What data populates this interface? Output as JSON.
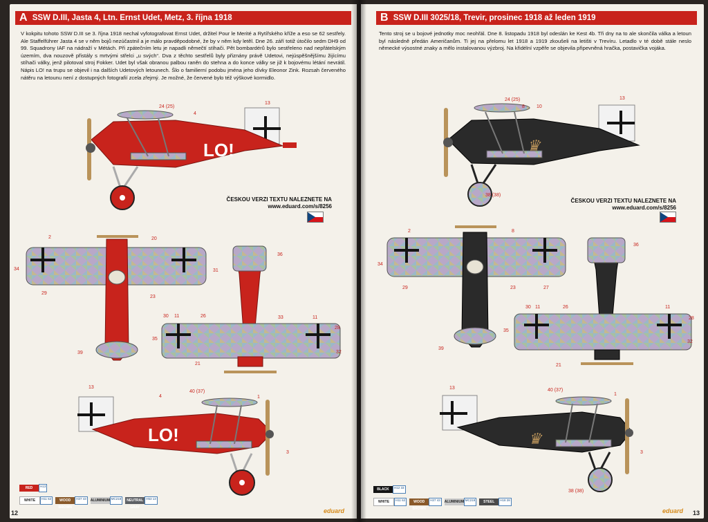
{
  "left_page": {
    "header_letter": "A",
    "header_title": "SSW D.III, Jasta 4, Ltn. Ernst Udet, Metz, 3. října 1918",
    "paragraph": "V kokpitu tohoto SSW D.III se 3. října 1918 nechal vyfotografovat Ernst Udet, držitel Pour le Merité a Rytířského kříže a eso se 62 sestřely. Ale Staffelführer Jasta 4 se v něm bojů nezúčastnil a je málo pravděpodobné, že by v něm kdy letěl. Dne 26. září totiž útočilo sedm DH9 od 99. Squadrony IAF na nádraží v Métách. Při zpátečním letu je napadli němečtí stíhači. Pět bombardérů bylo sestřeleno nad nepřátelským územím, dva nouzově přistály s mrtvými střelci „u svých“. Dva z těchto sestřelů byly přiznány právě Udetovi, nejúspěšnějšímu žijícímu stíhači války, jenž pilotoval stroj Fokker. Udet byl však obranou palbou raněn do stehna a do konce války se již k bojovému létání nevrátil. Nápis LO! na trupu se objevil i na dalších Udetových letounech. Šlo o familierní podobu jména jeho dívky Eleonor Zink. Rozsah červeného nátěru na letounu není z dostupných fotografií zcela zřejmý. Je možné, že červené bylo též výškové kormidlo.",
    "web_line1": "ČESKOU VERZI TEXTU NALEZNETE NA",
    "web_line2": "www.eduard.com/s/8256",
    "page_number": "12",
    "brand": "eduard",
    "fuselage_text": "LO!",
    "callouts": {
      "c24": "24 (25)",
      "c4": "4",
      "c13": "13",
      "c2": "2",
      "c20": "20",
      "c34": "34",
      "c29": "29",
      "c23": "23",
      "c31": "31",
      "c36": "36",
      "c30": "30",
      "c11": "11",
      "c26": "26",
      "c33": "33",
      "c28": "28",
      "c35": "35",
      "c32": "32",
      "c39": "39",
      "c21": "21",
      "c40": "40 (37)",
      "c1": "1",
      "c3": "3"
    },
    "legend": [
      {
        "label": "RED",
        "color": "#c8231c",
        "code": "H13"
      },
      {
        "label": "WHITE",
        "color": "#ffffff",
        "code": "H11 62"
      },
      {
        "label": "WOOD BROWN",
        "color": "#8a5a2b",
        "code": "H37 43"
      },
      {
        "label": "ALUMINIUM",
        "color": "#c9c9c9",
        "code": "MC218"
      },
      {
        "label": "NEUTRAL GRAY",
        "color": "#5e6166",
        "code": "H53 13"
      }
    ]
  },
  "right_page": {
    "header_letter": "B",
    "header_title": "SSW D.III 3025/18, Trevir, prosinec 1918 až leden 1919",
    "paragraph": "Tento stroj se u bojové jednotky moc neohřál. Dne 8. listopadu 1918 byl odeslán ke Kest 4b. Tři dny na to ale skončila válka a letoun byl následně předán Američanům. Ti jej na přelomu let 1918 a 1919 zkoušeli na letišti v Trevíru. Letadlo v té době stále neslo německé výsostné znaky a mělo instalovanou výzbroj. Na křidélní vzpěře se objevila připevněná hračka, postavička vojáka.",
    "web_line1": "ČESKOU VERZI TEXTU NALEZNETE NA",
    "web_line2": "www.eduard.com/s/8256",
    "page_number": "13",
    "brand": "eduard",
    "callouts": {
      "c24": "24 (25)",
      "c8": "8",
      "c10": "10",
      "c13": "13",
      "c38": "38 (38)",
      "c2": "2",
      "c34": "34",
      "c29": "29",
      "c23": "23",
      "c27": "27",
      "c36": "36",
      "c30": "30",
      "c11": "11",
      "c26": "26",
      "c28": "28",
      "c35": "35",
      "c32": "32",
      "c39": "39",
      "c21": "21",
      "c40": "40 (37)",
      "c1": "1",
      "c3": "3"
    },
    "legend": [
      {
        "label": "BLACK",
        "color": "#141414",
        "code": "H12 33"
      },
      {
        "label": "WHITE",
        "color": "#ffffff",
        "code": "H11 62"
      },
      {
        "label": "WOOD BROWN",
        "color": "#8a5a2b",
        "code": "H37 43"
      },
      {
        "label": "ALUMINIUM",
        "color": "#c9c9c9",
        "code": "MC218"
      },
      {
        "label": "STEEL",
        "color": "#4a4a4a",
        "code": "H18 28"
      }
    ]
  },
  "colors": {
    "red": "#c8231c",
    "black": "#141414",
    "lozenge_a": "#9bb8c8",
    "lozenge_b": "#b8a8c8",
    "lozenge_c": "#a8c0a0",
    "callout_red": "#c8231c",
    "code_blue": "#1a4f85"
  }
}
